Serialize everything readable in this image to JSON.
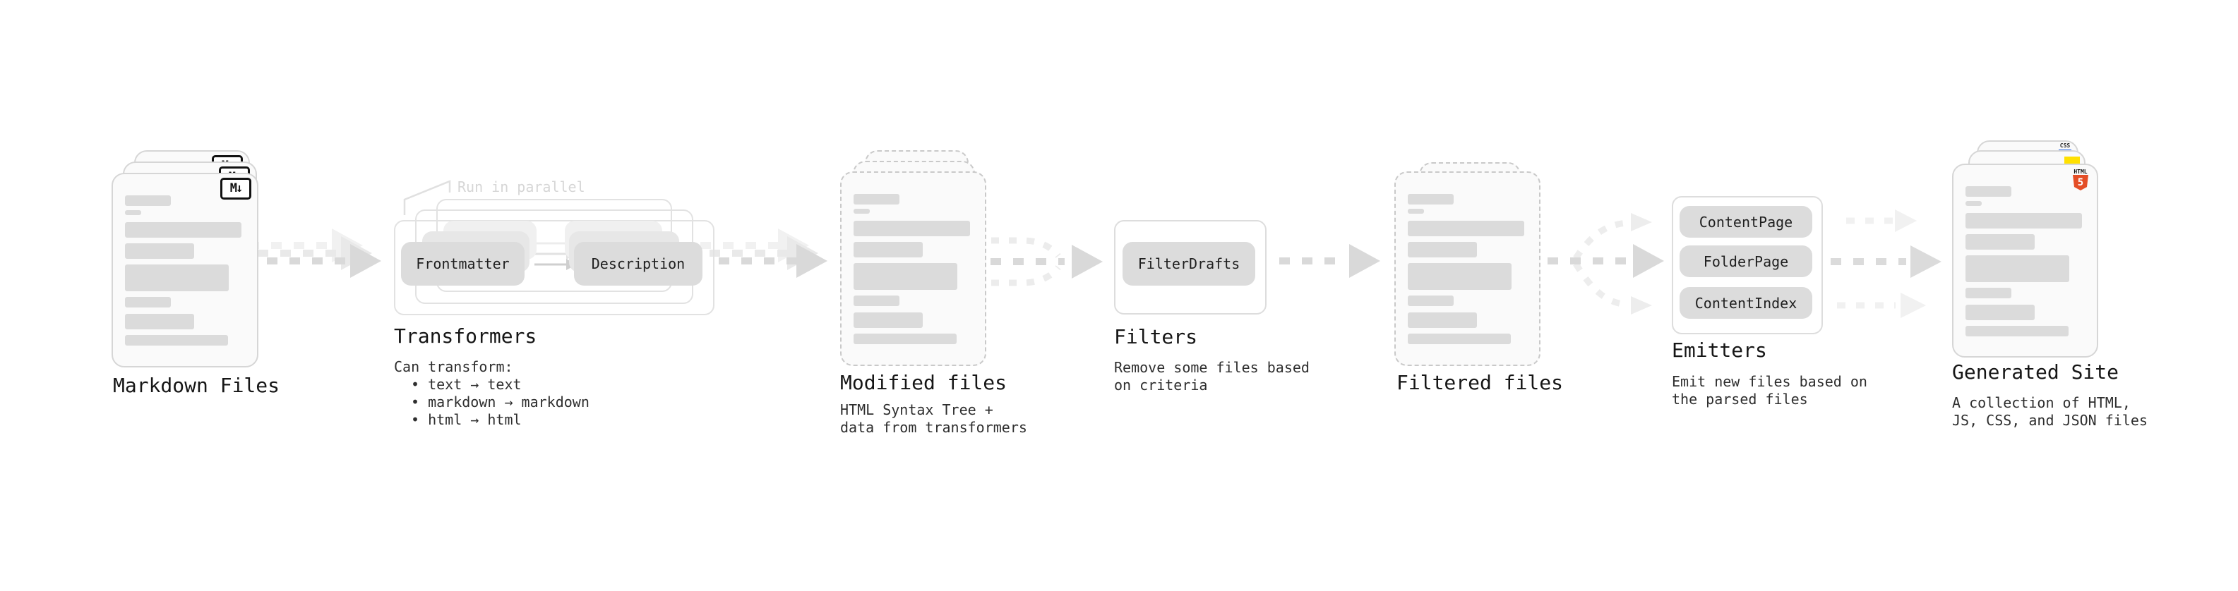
{
  "colors": {
    "canvas": "#ffffff",
    "card_fill": "#fafafa",
    "card_border": "#d6d6d6",
    "dashed_card_border": "#c9c9c9",
    "placeholder_bar": "#dbdbdb",
    "pill_fill": "#dcdcdc",
    "pill_text": "#1f1f1f",
    "container_border": "#e2e2e2",
    "arrow_main": "#d9d9d9",
    "arrow_ghost": "#e9e9e9",
    "arrow_faint": "#f1f1f1",
    "annotation_text": "#d6d6d6",
    "heading_text": "#161616",
    "body_text": "#2e2e2e",
    "markdown_badge_border": "#111111",
    "html5_orange": "#e44d26",
    "css_blue": "#2b6be8",
    "js_yellow": "#ffe000"
  },
  "stages": {
    "markdown_files": {
      "label": "Markdown Files",
      "badge": "M↓"
    },
    "transformers": {
      "annotation": "Run in parallel",
      "pill_left": "Frontmatter",
      "pill_right": "Description",
      "label": "Transformers",
      "desc_title": "Can transform:",
      "bullets": [
        "• text → text",
        "• markdown → markdown",
        "• html → html"
      ]
    },
    "modified_files": {
      "label": "Modified files",
      "desc_line1": "HTML Syntax Tree +",
      "desc_line2": "data from transformers"
    },
    "filters": {
      "label": "Filters",
      "pill": "FilterDrafts",
      "desc_line1": "Remove some files based",
      "desc_line2": "on criteria"
    },
    "filtered_files": {
      "label": "Filtered files"
    },
    "emitters": {
      "label": "Emitters",
      "pills": [
        "ContentPage",
        "FolderPage",
        "ContentIndex"
      ],
      "desc_line1": "Emit new files based on",
      "desc_line2": "the parsed files"
    },
    "generated_site": {
      "label": "Generated Site",
      "desc_line1": "A collection of HTML,",
      "desc_line2": "JS, CSS, and JSON files",
      "css_badge": "CSS",
      "html_badge_text": "HTML",
      "html_badge_number": "5"
    }
  }
}
